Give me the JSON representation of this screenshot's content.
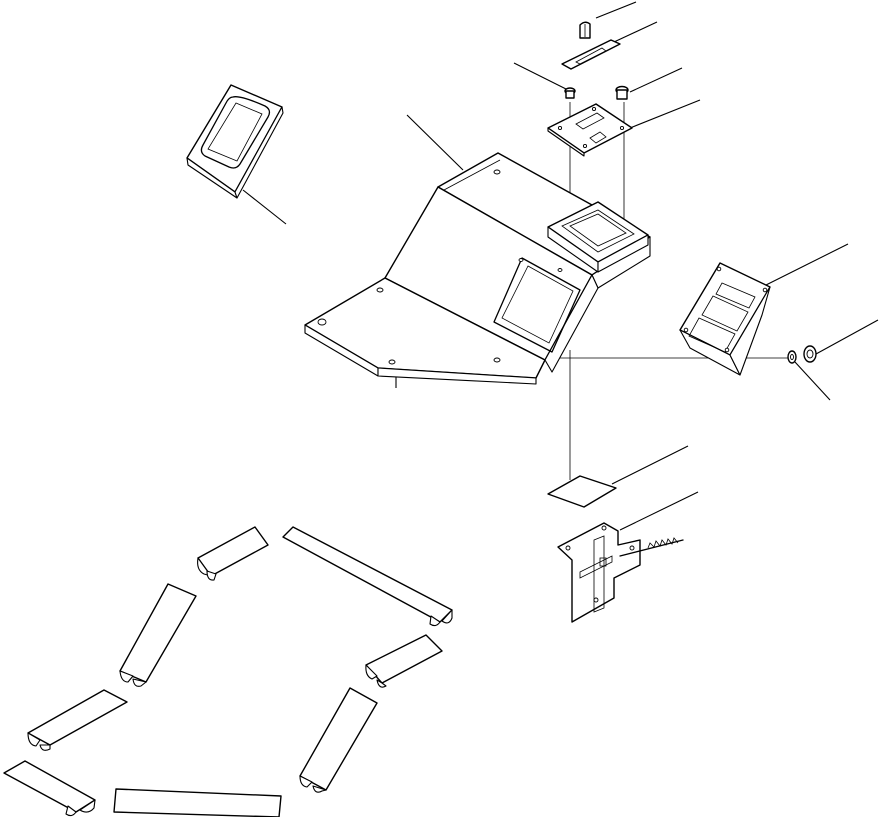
{
  "diagram": {
    "kind": "exploded-parts-view",
    "colors": {
      "line": "#000000",
      "background": "#ffffff"
    },
    "parts": [
      "meter-panel-console",
      "display-monitor",
      "switch-plate",
      "switch-knob",
      "label-plate",
      "screw-left",
      "screw-right",
      "relay-box",
      "washer",
      "nut",
      "cover-sheet",
      "mounting-bracket",
      "cushion-pads"
    ],
    "labels": []
  }
}
